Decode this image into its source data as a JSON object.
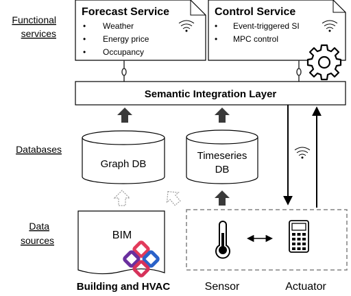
{
  "left_labels": {
    "functional_line1": "Functional",
    "functional_line2": "services",
    "databases": "Databases",
    "data_line1": "Data",
    "data_line2": "sources"
  },
  "forecast_service": {
    "title": "Forecast Service",
    "items": [
      "Weather",
      "Energy price",
      "Occupancy"
    ]
  },
  "control_service": {
    "title": "Control Service",
    "items": [
      "Event-triggered SI",
      "MPC control"
    ]
  },
  "integration_layer": {
    "label": "Semantic Integration Layer"
  },
  "graph_db": {
    "label": "Graph DB"
  },
  "timeseries_db": {
    "line1": "Timeseries",
    "line2": "DB"
  },
  "bim": {
    "label": "BIM"
  },
  "bottom_labels": {
    "building": "Building and HVAC",
    "sensor": "Sensor",
    "actuator": "Actuator"
  },
  "icons": [
    "wifi-icon",
    "gear-icon",
    "thermometer-icon",
    "keypad-icon",
    "ifc-logo-icon"
  ]
}
